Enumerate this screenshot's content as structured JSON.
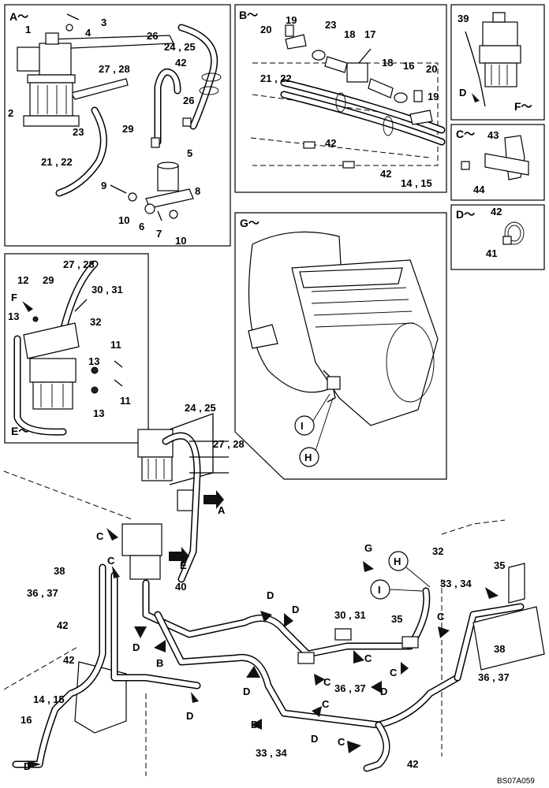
{
  "panels": {
    "a": {
      "title": "A～"
    },
    "b": {
      "title": "B～"
    },
    "c": {
      "title": "C～"
    },
    "d": {
      "title": "D～"
    },
    "e": {
      "title": "E～"
    },
    "f": {
      "title": "F～"
    },
    "g": {
      "title": "G～"
    }
  },
  "callouts": {
    "p1": "1",
    "p2": "2",
    "p3": "3",
    "p4": "4",
    "p5": "5",
    "p6": "6",
    "p7": "7",
    "p8": "8",
    "p9": "9",
    "p10a": "10",
    "p10b": "10",
    "p11a": "11",
    "p11b": "11",
    "p12": "12",
    "p13a": "13",
    "p13b": "13",
    "p13c": "13",
    "p14_15a": "14 , 15",
    "p14_15b": "14 , 15",
    "p16a": "16",
    "p16b": "16",
    "p17": "17",
    "p18a": "18",
    "p18b": "18",
    "p19a": "19",
    "p19b": "19",
    "p20a": "20",
    "p20b": "20",
    "p21_22a": "21 , 22",
    "p21_22b": "21 , 22",
    "p23a": "23",
    "p23b": "23",
    "p24_25a": "24 , 25",
    "p24_25b": "24 , 25",
    "p26a": "26",
    "p26b": "26",
    "p27_28a": "27 , 28",
    "p27_28b": "27 , 28",
    "p27_28c": "27 , 28",
    "p29a": "29",
    "p29b": "29",
    "p30_31a": "30 , 31",
    "p30_31b": "30 , 31",
    "p32a": "32",
    "p32b": "32",
    "p33_34a": "33 , 34",
    "p33_34b": "33 , 34",
    "p35a": "35",
    "p35b": "35",
    "p36_37a": "36 , 37",
    "p36_37b": "36 , 37",
    "p36_37c": "36 , 37",
    "p38a": "38",
    "p38b": "38",
    "p39": "39",
    "p40": "40",
    "p41": "41",
    "p42a": "42",
    "p42b": "42",
    "p42c": "42",
    "p42d": "42",
    "p42e": "42",
    "p42f": "42",
    "p42g": "42",
    "p43": "43",
    "p44": "44"
  },
  "arrow_letters": {
    "a1": "A",
    "b1": "B",
    "c1": "C",
    "c2": "C",
    "c3": "C",
    "c4": "C",
    "c5": "C",
    "c6": "C",
    "c7": "C",
    "c8": "C",
    "d1": "D",
    "d2": "D",
    "d3": "D",
    "d4": "D",
    "d5": "D",
    "d6": "D",
    "d7": "D",
    "d8": "D",
    "d9": "D",
    "d10": "D",
    "e1": "E",
    "f1": "F",
    "g1": "G"
  },
  "circle_refs": {
    "h1": "H",
    "h2": "H",
    "i1": "I",
    "i2": "I"
  },
  "drawing_code": "BS07A059"
}
